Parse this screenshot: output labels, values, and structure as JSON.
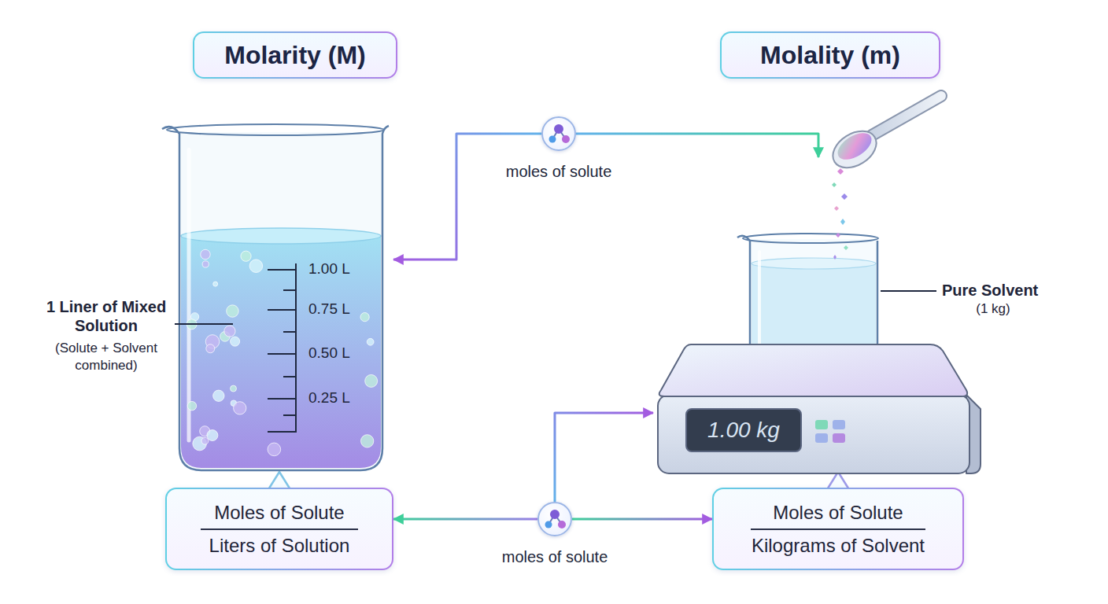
{
  "diagram": {
    "nodes": [
      {
        "text": [
          "Molarity (M)"
        ]
      },
      {
        "text": [
          "Molality (m)"
        ]
      },
      {
        "text": [
          "moles of solute"
        ]
      },
      {
        "text": [
          "1 Liner of Mixed Solution",
          "(Solute + Solvent combined)",
          "1.00 L",
          "0.75 L",
          "0.50 L",
          "0.25 L"
        ]
      },
      {
        "text": [
          "Pure Solvent",
          "(1 kg)"
        ]
      },
      {
        "text": [
          "1.00 kg"
        ]
      },
      {
        "text": [
          "Moles of Solute",
          "Liters of Solution"
        ]
      },
      {
        "text": [
          "moles of solute"
        ]
      },
      {
        "text": [
          "Moles of Solute",
          "Kilograms of Solvent"
        ]
      }
    ],
    "edges": [
      {
        "from": 2,
        "to": 3,
        "arrow": "to"
      },
      {
        "from": 2,
        "to": 4,
        "arrow": "to"
      },
      {
        "from": 7,
        "to": 6,
        "arrow": "to"
      },
      {
        "from": 7,
        "to": 8,
        "arrow": "to"
      },
      {
        "from": 7,
        "to": 5,
        "arrow": "to"
      }
    ]
  }
}
